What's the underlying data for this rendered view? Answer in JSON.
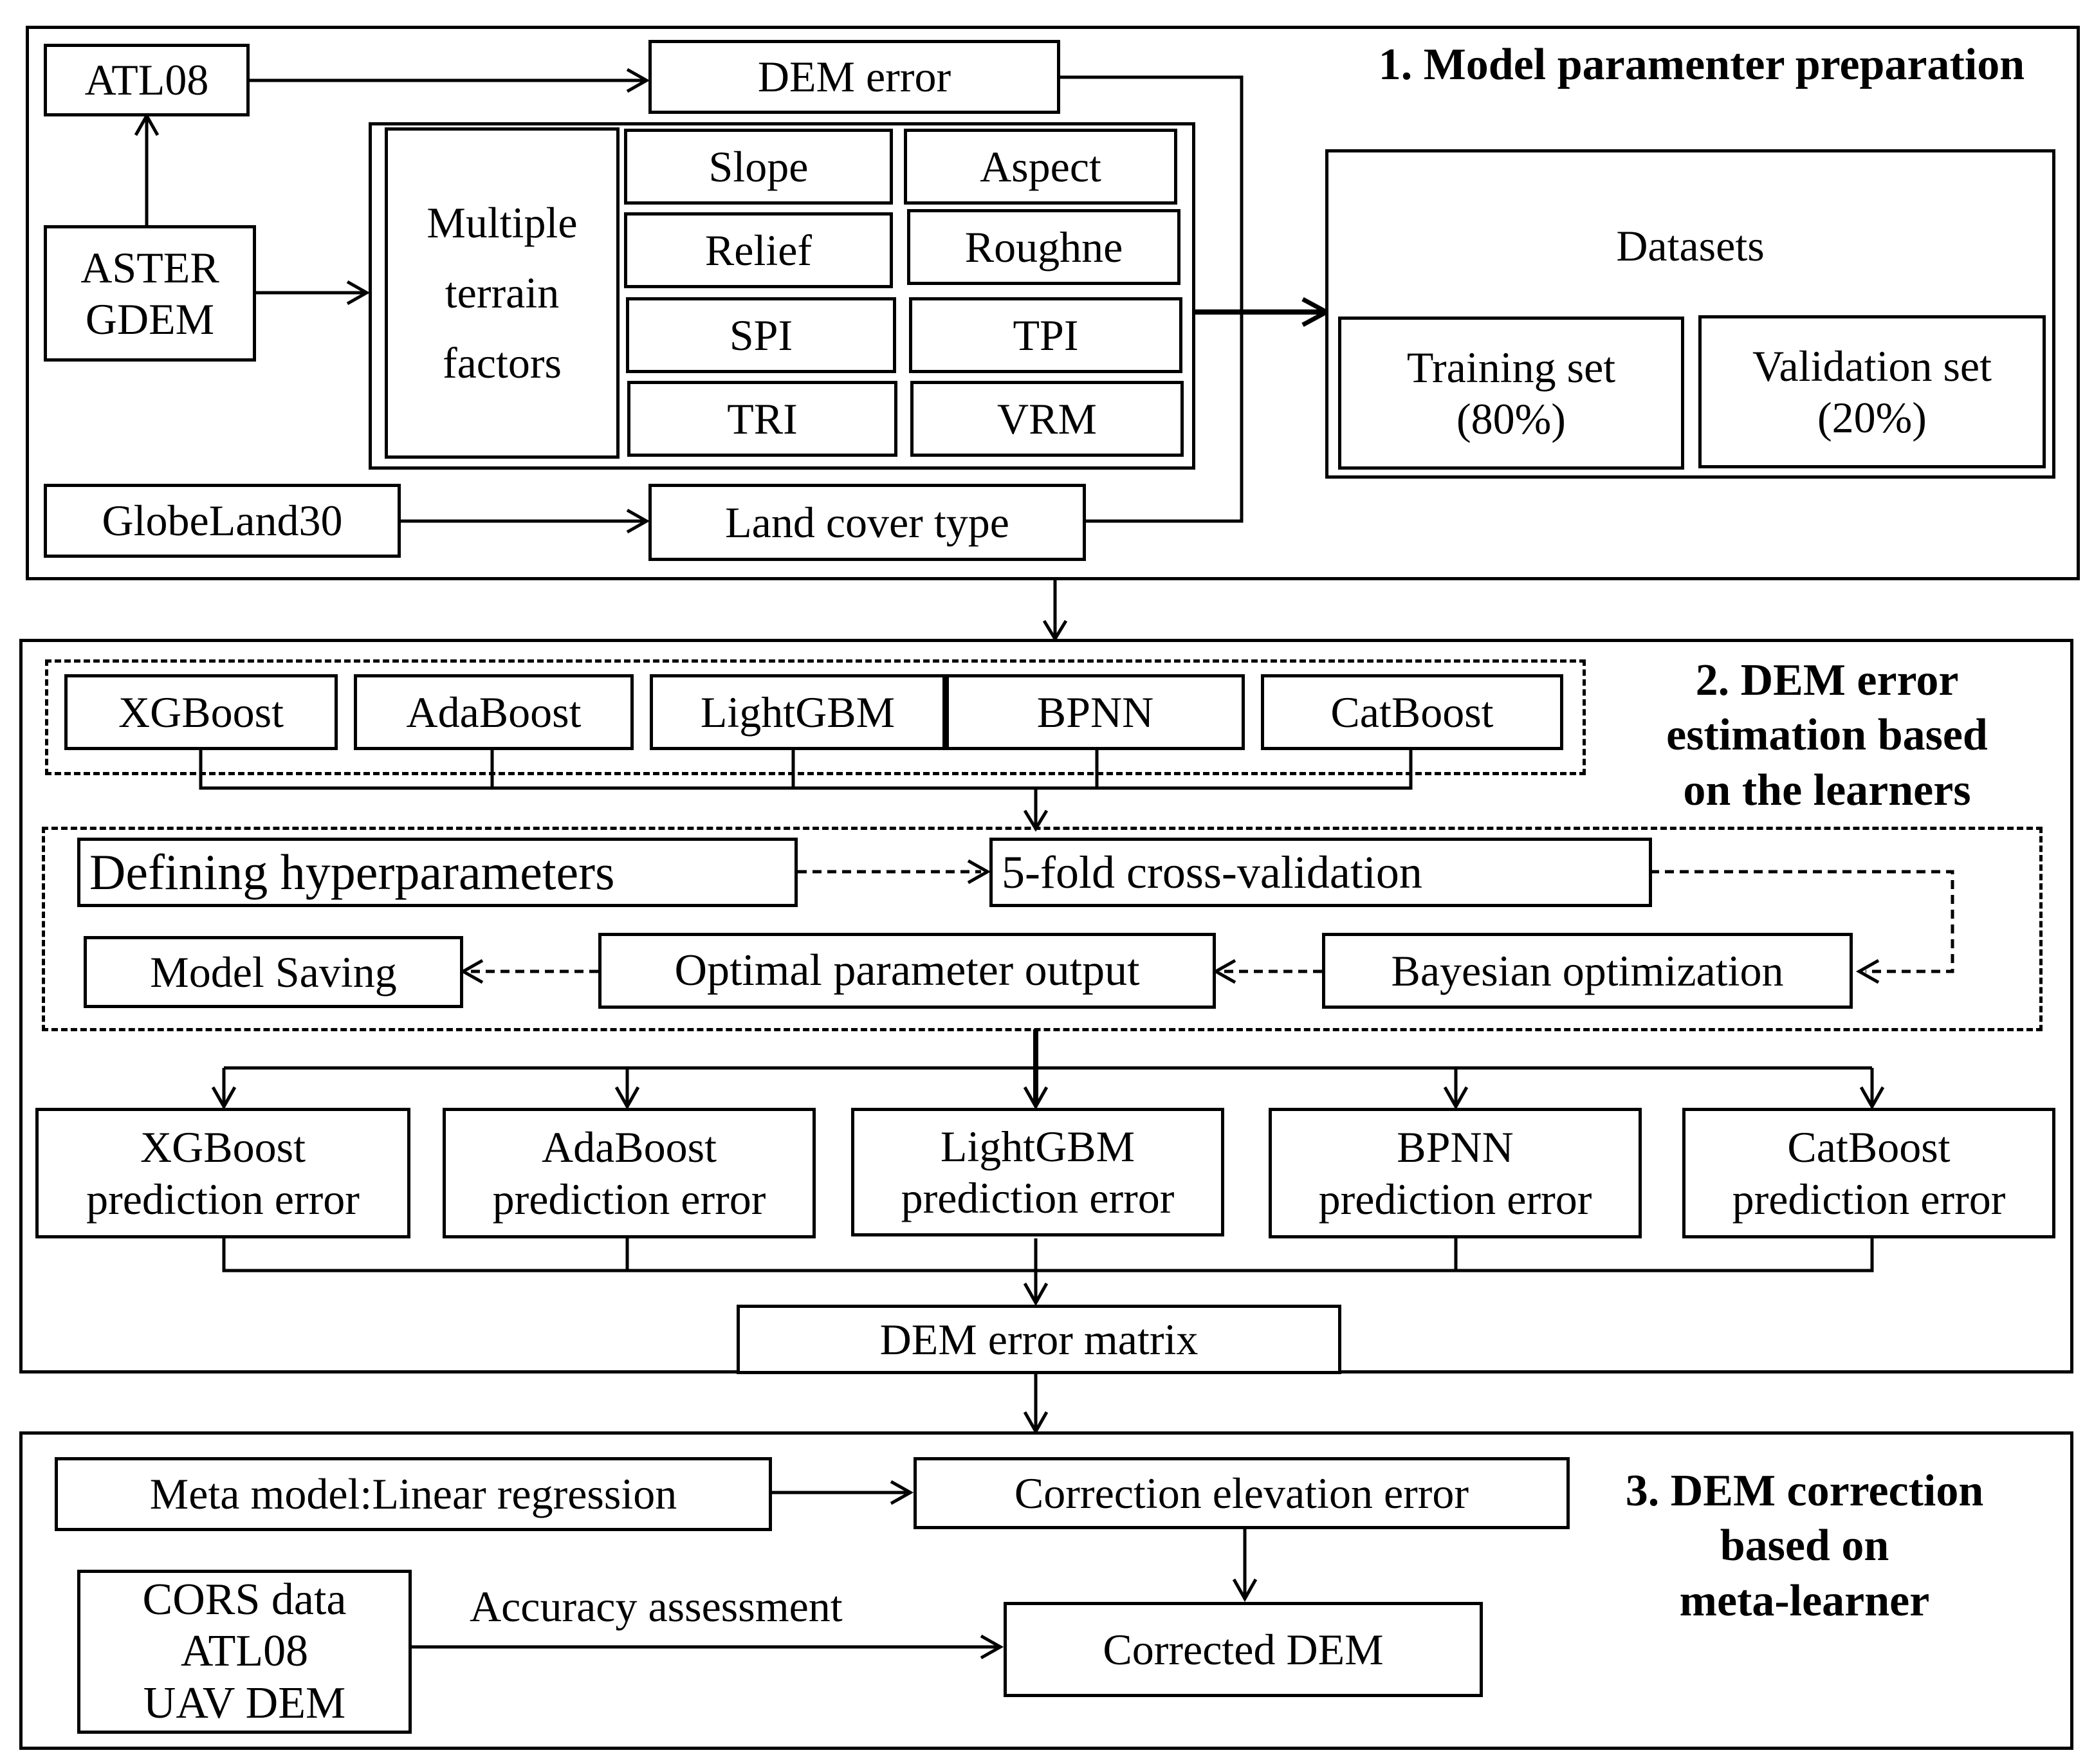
{
  "sections": {
    "s1": {
      "title": "1.  Model paramenter preparation"
    },
    "s2": {
      "title": "2.  DEM error\nestimation based\non the learners"
    },
    "s3": {
      "title": "3.  DEM correction\nbased on\nmeta-learner"
    }
  },
  "nodes": {
    "atl08": "ATL08",
    "aster_gdem": "ASTER\nGDEM",
    "globeland30": "GlobeLand30",
    "dem_error": "DEM error",
    "land_cover": "Land cover type",
    "multiple_factors": "Multiple\nterrain\nfactors",
    "factors": [
      "Slope",
      "Aspect",
      "Relief",
      "Roughne",
      "SPI",
      "TPI",
      "TRI",
      "VRM"
    ],
    "datasets": "Datasets",
    "training_set": "Training set\n(80%)",
    "validation_set": "Validation set\n(20%)",
    "learners": [
      "XGBoost",
      "AdaBoost",
      "LightGBM",
      "BPNN",
      "CatBoost"
    ],
    "defining_hyperparameters": "Defining hyperparameters",
    "cross_validation": "5-fold cross-validation",
    "model_saving": "Model Saving",
    "optimal_output": "Optimal parameter output",
    "bayesian_optimization": "Bayesian optimization",
    "predictions": [
      "XGBoost\nprediction error",
      "AdaBoost\nprediction error",
      "LightGBM\nprediction error",
      "BPNN\nprediction error",
      "CatBoost\nprediction error"
    ],
    "error_matrix": "DEM error matrix",
    "meta_model": "Meta model:Linear regression",
    "correction_error": "Correction elevation error",
    "reference_data": "CORS data\nATL08\nUAV DEM",
    "accuracy_assessment": "Accuracy assessment",
    "corrected_dem": "Corrected DEM"
  }
}
